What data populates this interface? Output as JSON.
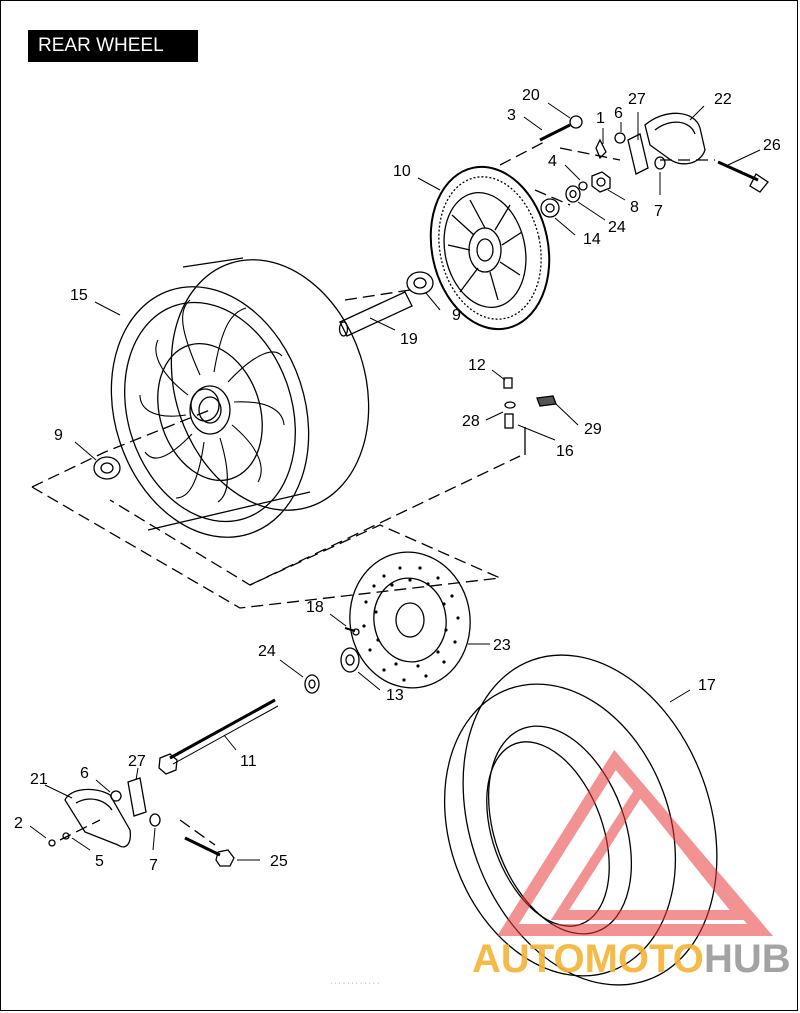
{
  "title": "REAR WHEEL",
  "labels": [
    "20",
    "3",
    "1",
    "6",
    "27",
    "22",
    "26",
    "10",
    "4",
    "8",
    "7",
    "24",
    "14",
    "15",
    "9",
    "19",
    "12",
    "28",
    "16",
    "29",
    "9",
    "18",
    "23",
    "24",
    "13",
    "17",
    "11",
    "27",
    "6",
    "21",
    "2",
    "5",
    "7",
    "25"
  ],
  "watermark": {
    "brand_a": "AUTOMOTO",
    "brand_b": "HUB",
    "color_a": "#f5b335",
    "color_b": "#9a9a9a",
    "triangle_color": "#e83a3a"
  },
  "footer": "· · · · · · · · · · · ·"
}
